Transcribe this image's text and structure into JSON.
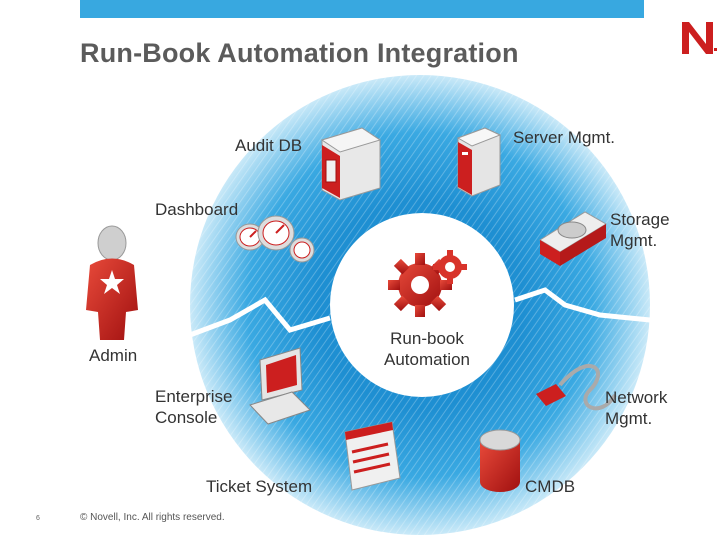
{
  "slide": {
    "title": "Run-Book Automation Integration",
    "page_number": "6",
    "copyright": "©  Novell, Inc.  All rights reserved."
  },
  "colors": {
    "brand_red": "#cc1f1f",
    "ring_blue": "#3aa9e2",
    "ring_light": "#c9e9f8",
    "top_bar": "#38a8e0",
    "title_gray": "#5b5b5b"
  },
  "diagram": {
    "center_label": [
      "Run-book",
      "Automation"
    ],
    "nodes": {
      "audit_db": "Audit DB",
      "server_mgmt": "Server Mgmt.",
      "dashboard": "Dashboard",
      "storage_mgmt": [
        "Storage",
        "Mgmt."
      ],
      "admin": "Admin",
      "enterprise_console": [
        "Enterprise",
        "Console"
      ],
      "network_mgmt": [
        "Network",
        "Mgmt."
      ],
      "ticket_system": "Ticket System",
      "cmdb": "CMDB"
    },
    "icons": [
      "novell-logo-icon",
      "gear-icon",
      "safe-icon",
      "server-tower-icon",
      "gauge-icon",
      "hard-drive-icon",
      "person-star-icon",
      "monitor-keyboard-icon",
      "network-cable-icon",
      "document-window-icon",
      "database-cylinder-icon"
    ]
  }
}
